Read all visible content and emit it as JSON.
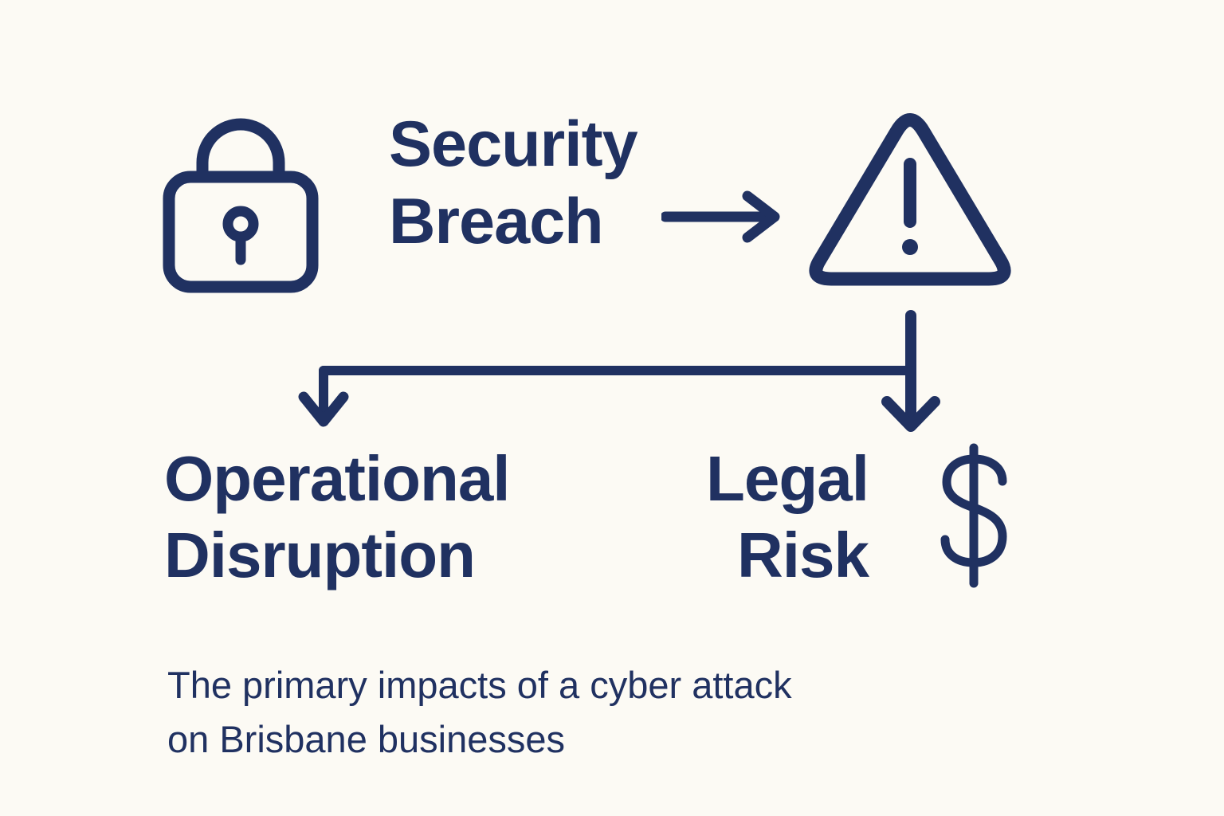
{
  "colors": {
    "ink": "#203161",
    "background": "#fcfaf4"
  },
  "diagram": {
    "source": {
      "label": "Security\nBreach",
      "icon": "padlock-icon"
    },
    "event": {
      "icon": "warning-triangle-icon"
    },
    "connector": {
      "type": "branch",
      "arrows": [
        "arrow-right",
        "arrow-down-left",
        "arrow-down-right"
      ]
    },
    "outcomes": [
      {
        "label": "Operational\nDisruption",
        "icon": ""
      },
      {
        "label": "Legal\nRisk",
        "icon": "dollar-sign-icon"
      }
    ],
    "caption": "The primary impacts of a cyber attack\non Brisbane businesses"
  }
}
